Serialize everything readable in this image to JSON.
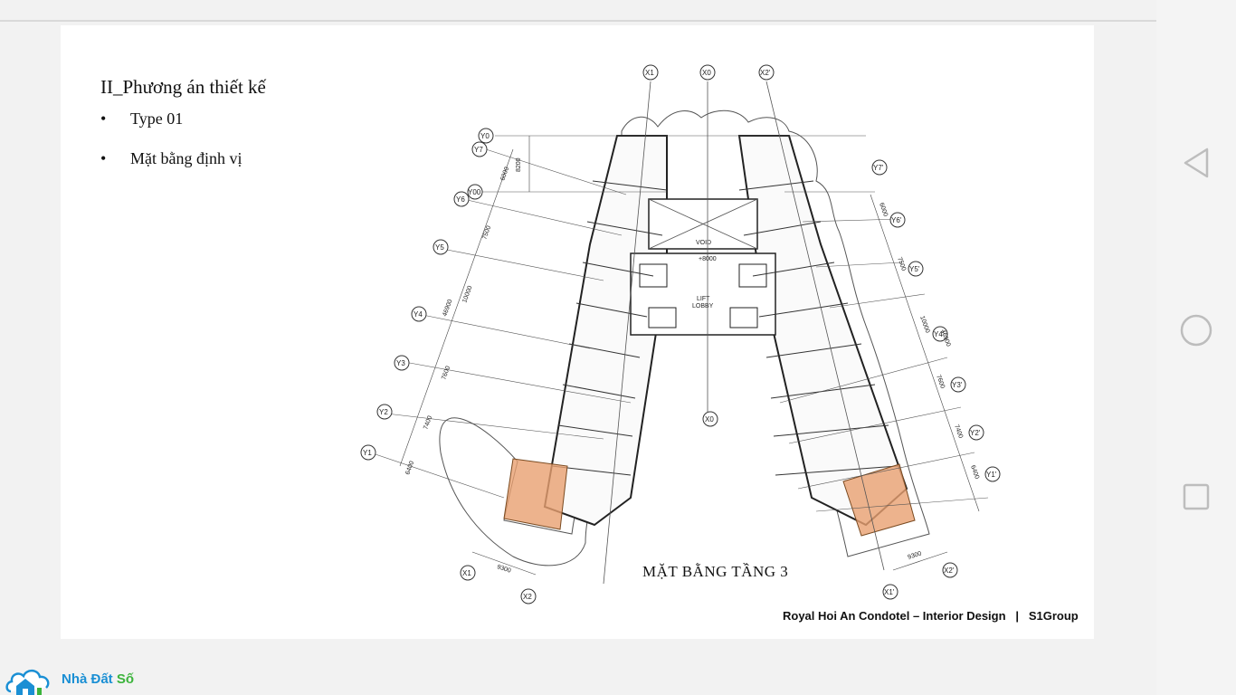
{
  "slide": {
    "title": "II_Phương án thiết kế",
    "bullets": [
      {
        "marker": "•",
        "text": "Type 01"
      },
      {
        "marker": "•",
        "text": "Mặt bằng định vị"
      }
    ],
    "plan_caption": "MẶT BẰNG TẦNG 3",
    "footer": "Royal Hoi An Condotel – Interior Design   |   S1Group"
  },
  "floor_plan": {
    "grid_labels": {
      "x_left": [
        "X1",
        "X2"
      ],
      "x_center": "X0",
      "x_right": [
        "X1'",
        "X2'"
      ],
      "y_left": [
        "Y0",
        "Y7",
        "Y00",
        "Y6",
        "Y5",
        "Y4",
        "Y3",
        "Y2",
        "Y1"
      ],
      "y_right": [
        "Y7'",
        "Y6'",
        "Y5'",
        "Y4'",
        "Y3'",
        "Y2'",
        "Y1'"
      ]
    },
    "dimensions_left": [
      "8200",
      "6000",
      "7500",
      "10000",
      "46900",
      "7600",
      "7400",
      "6400",
      "9300"
    ],
    "dimensions_right": [
      "6000",
      "7500",
      "10000",
      "46900",
      "7600",
      "7400",
      "6400",
      "9300"
    ],
    "room_labels": {
      "void": "VOID",
      "lift": "LIFT",
      "lobby": "LOBBY",
      "level": "+8000"
    },
    "highlight_color": "#e8a070"
  },
  "brand": {
    "name_main": "Nhà Đất ",
    "name_accent": "Số"
  },
  "nav": {
    "back": "back-triangle",
    "home": "home-circle",
    "recent": "recent-square"
  }
}
